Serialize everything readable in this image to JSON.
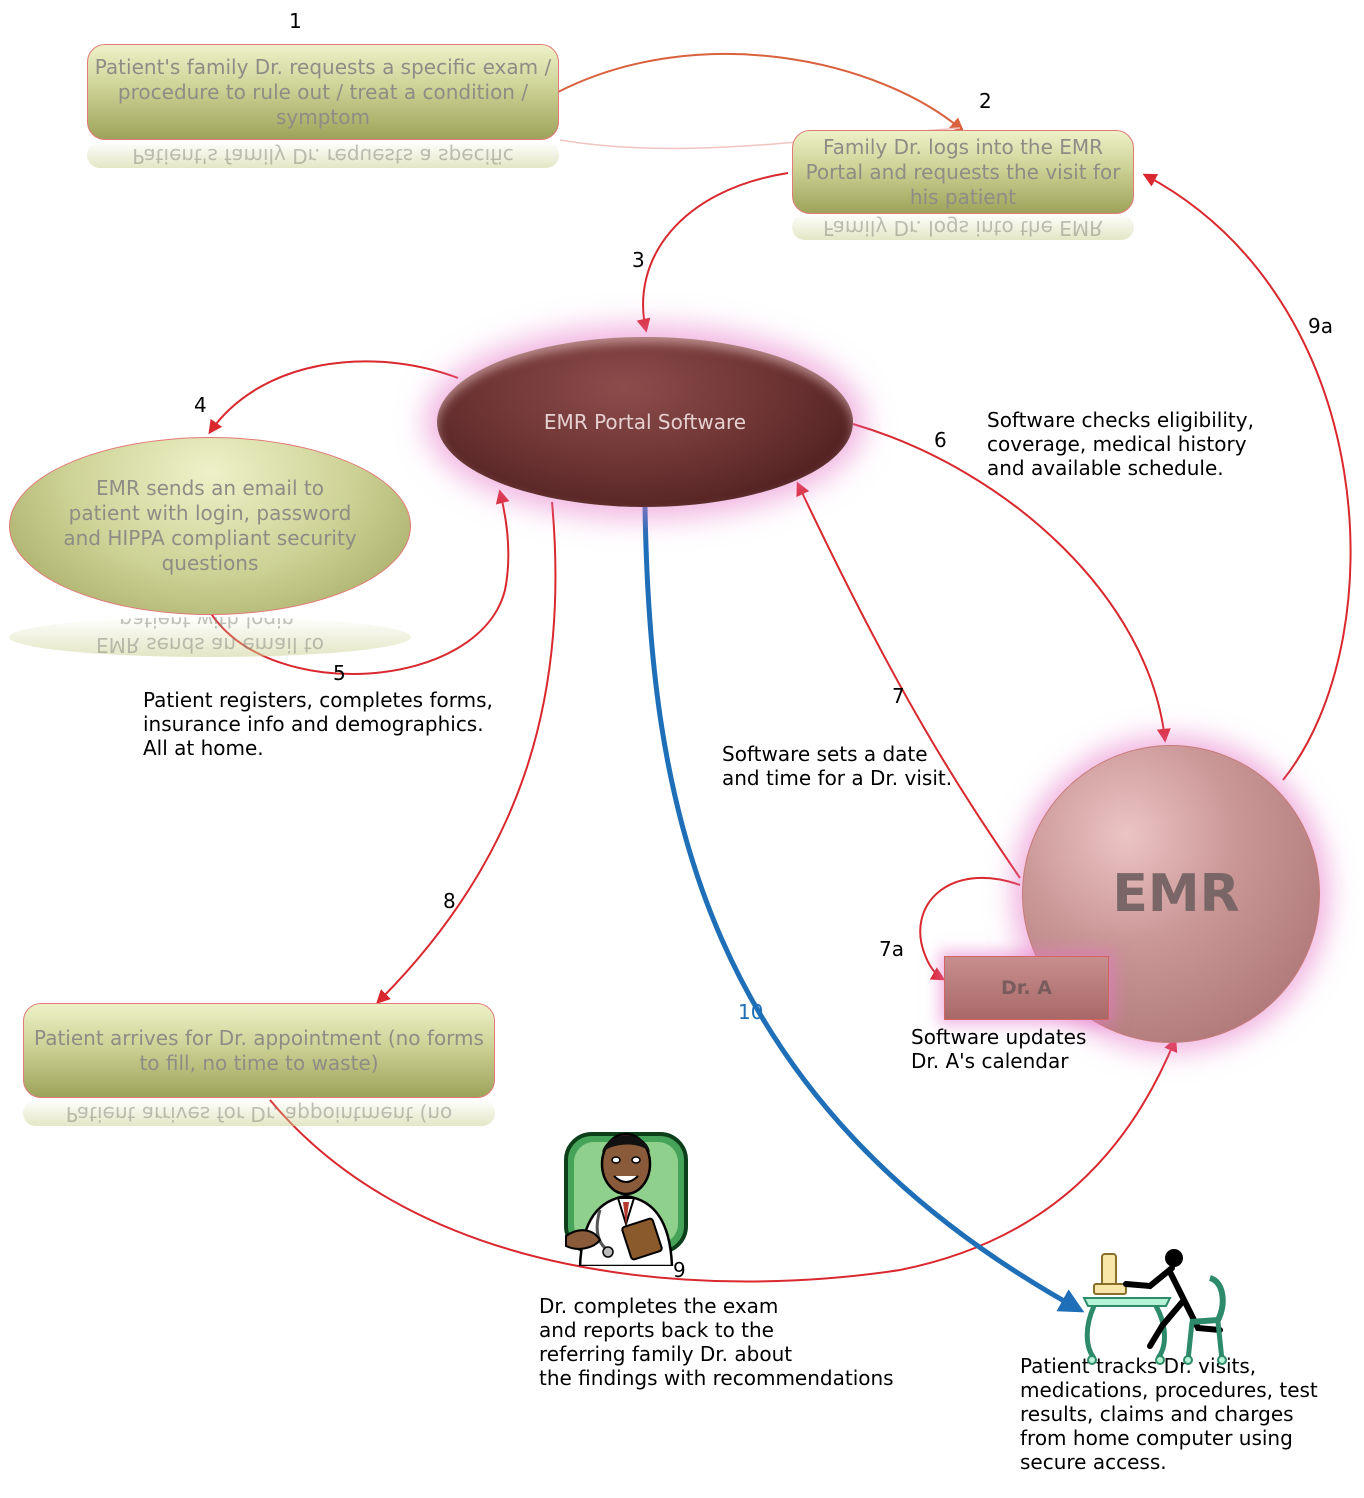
{
  "nodes": {
    "step1_box": "Patient's family Dr. requests a specific exam / procedure to rule out / treat a condition / symptom",
    "step2_box": "Family Dr. logs into the EMR Portal and requests the visit for his patient",
    "portal": "EMR Portal Software",
    "step4_ellipse": "EMR sends an email to patient with login, password and HIPPA compliant security questions",
    "emr": "EMR",
    "dr_a": "Dr. A",
    "step8_box": "Patient arrives for Dr. appointment (no forms to fill, no time to waste)"
  },
  "step_numbers": {
    "n1": "1",
    "n2": "2",
    "n3": "3",
    "n4": "4",
    "n5": "5",
    "n6": "6",
    "n7": "7",
    "n7a": "7a",
    "n8": "8",
    "n9": "9",
    "n9a": "9a",
    "n10": "10"
  },
  "notes": {
    "step5": "Patient registers, completes forms,\ninsurance info and demographics.\nAll at home.",
    "step6": "Software checks eligibility,\ncoverage, medical history\nand available schedule.",
    "step7": "Software sets a date\nand time for a Dr. visit.",
    "step7a": "Software updates\nDr. A's calendar",
    "step9": "Dr. completes the exam\nand reports back to the\nreferring family Dr. about\nthe findings with recommendations",
    "step10": "Patient tracks Dr. visits,\nmedications, procedures, test\nresults, claims and charges\nfrom home computer using\nsecure access."
  },
  "icons": [
    "doctor-clipart-icon",
    "patient-at-computer-icon"
  ],
  "colors": {
    "arrow": "#d9282e",
    "blue_arrow": "#1f6fb8",
    "box_fill": "#cdd296",
    "portal_fill": "#6b3232",
    "emr_fill": "#c99595"
  }
}
